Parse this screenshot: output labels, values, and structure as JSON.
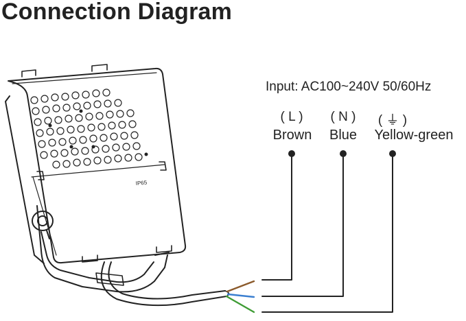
{
  "title": "Connection Diagram",
  "input": "Input: AC100~240V 50/60Hz",
  "fixture": {
    "label": "IP65"
  },
  "wires": [
    {
      "code": "( L )",
      "name": "Brown",
      "color": "#8b5a2b"
    },
    {
      "code": "( N )",
      "name": "Blue",
      "color": "#3b7fd0"
    },
    {
      "code": "( ⏚ )",
      "name": "Yellow-green",
      "color": "#3f9c35"
    }
  ],
  "colors": {
    "line": "#222222",
    "text": "#222222"
  }
}
